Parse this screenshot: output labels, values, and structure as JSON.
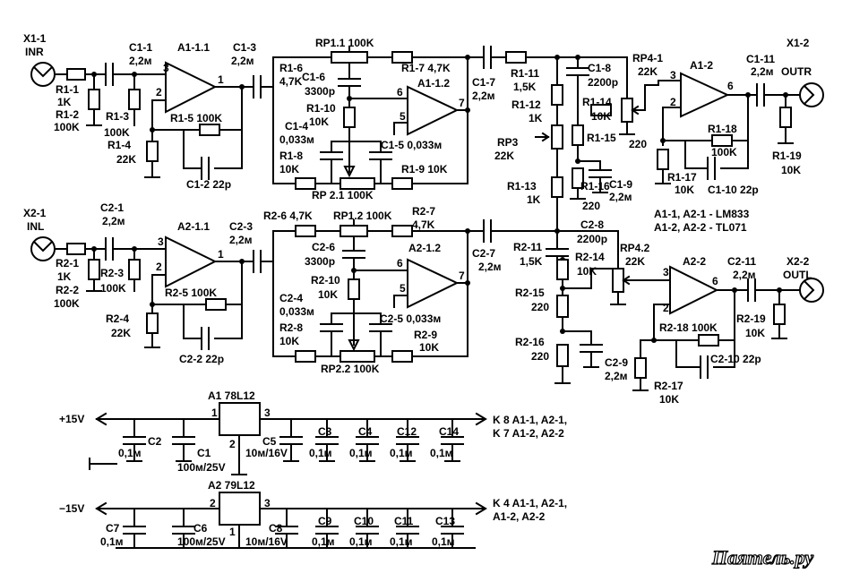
{
  "labels": {
    "x11": "X1-1",
    "inr": "INR",
    "x21": "X2-1",
    "inl": "INL",
    "x12": "X1-2",
    "outr": "OUTR",
    "x22": "X2-2",
    "outl": "OUTL",
    "r11": "R1-1",
    "r11v": "1K",
    "r12": "R1-2",
    "r12v": "100K",
    "r13": "R1-3",
    "r13v": "100K",
    "r14": "R1-4",
    "r14v": "22K",
    "c11": "C1-1",
    "c11v": "2,2м",
    "a11": "A1-1.1",
    "r15": "R1-5 100K",
    "c12": "C1-2 22p",
    "c13": "C1-3",
    "c13v": "2,2м",
    "rp11": "RP1.1 100K",
    "r16": "R1-6",
    "r16v": "4,7K",
    "r17": "R1-7 4,7K",
    "c16": "C1-6",
    "c16v": "3300p",
    "a12": "A1-1.2",
    "r110": "R1-10",
    "r110v": "10K",
    "c14": "C1-4",
    "c14v": "0,033м",
    "c15": "C1-5 0,033м",
    "r18": "R1-8",
    "r18v": "10K",
    "r19": "R1-9 10K",
    "rp21": "RP 2.1 100K",
    "c17": "C1-7",
    "c17v": "2,2м",
    "r111": "R1-11",
    "r111v": "1,5K",
    "r112": "R1-12",
    "r112v": "1K",
    "rp3": "RP3",
    "rp3v": "22K",
    "r113": "R1-13",
    "r113v": "1K",
    "c18": "C1-8",
    "c18v": "2200p",
    "r114": "R1-14",
    "r114v": "10K",
    "r115": "R1-15",
    "r115v": "220",
    "r116": "R1-16",
    "r116v": "220",
    "c19": "C1-9",
    "c19v": "2,2м",
    "rp41": "RP4-1",
    "rp41v": "22K",
    "a12b": "A1-2",
    "r118": "R1-18",
    "r118v": "100K",
    "r117": "R1-17",
    "r117v": "10K",
    "c110": "C1-10 22p",
    "c111": "C1-11",
    "c111v": "2,2м",
    "r119": "R1-19",
    "r119v": "10K",
    "note1": "A1-1, A2-1 - LM833",
    "note2": "A1-2, A2-2 - TL071",
    "r21": "R2-1",
    "r21v": "1K",
    "r22": "R2-2",
    "r22v": "100K",
    "r23": "R2-3",
    "r23v": "100K",
    "r24": "R2-4",
    "r24v": "22K",
    "c21": "C2-1",
    "c21v": "2,2м",
    "a21": "A2-1.1",
    "r25": "R2-5 100K",
    "c22": "C2-2 22p",
    "c23": "C2-3",
    "c23v": "2,2м",
    "r26": "R2-6 4,7K",
    "rp12": "RP1.2 100K",
    "r27": "R2-7",
    "r27v": "4,7K",
    "c26": "C2-6",
    "c26v": "3300p",
    "a22": "A2-1.2",
    "r210": "R2-10",
    "r210v": "10K",
    "c24": "C2-4",
    "c24v": "0,033м",
    "c25": "C2-5 0,033м",
    "r28": "R2-8",
    "r28v": "10K",
    "r29": "R2-9",
    "r29v": "10K",
    "rp22": "RP2.2 100K",
    "c27": "C2-7",
    "c27v": "2,2м",
    "c28": "C2-8",
    "c28v": "2200p",
    "r211": "R2-11",
    "r211v": "1,5K",
    "r214": "R2-14",
    "r214v": "10K",
    "r215": "R2-15",
    "r215v": "220",
    "r216": "R2-16",
    "r216v": "220",
    "c29": "C2-9",
    "c29v": "2,2м",
    "rp42": "RP4.2",
    "rp42v": "22K",
    "a22b": "A2-2",
    "r218": "R2-18 100K",
    "c210": "C2-10 22p",
    "r217": "R2-17",
    "r217v": "10K",
    "c211": "C2-11",
    "c211v": "2,2м",
    "r219": "R2-19",
    "r219v": "10K",
    "p15": "+15V",
    "m15": "−15V",
    "a1reg": "A1 78L12",
    "a2reg": "A2 79L12",
    "k8": "K 8 A1-1, A2-1,",
    "k7": "K 7 A1-2, A2-2",
    "k4": "K 4 A1-1, A2-1,",
    "k4b": "A1-2, A2-2",
    "c2": "C2",
    "c2v": "0,1м",
    "c1": "C1",
    "c1v": "100м/25V",
    "c5": "C5",
    "c5v": "10м/16V",
    "c3": "C3",
    "c4": "C4",
    "c12p": "C12",
    "c14p": "C14",
    "c7": "C7",
    "c6": "C6",
    "c6v": "100м/25V",
    "c8": "C8",
    "c8v": "10м/16V",
    "c9": "C9",
    "c10": "C10",
    "c11p": "C11",
    "c13p": "C13",
    "v01": "0,1м",
    "pin1": "1",
    "pin2": "2",
    "pin3": "3",
    "pin5": "5",
    "pin6": "6",
    "pin7": "7",
    "watermark": "Паяmель.ру"
  }
}
